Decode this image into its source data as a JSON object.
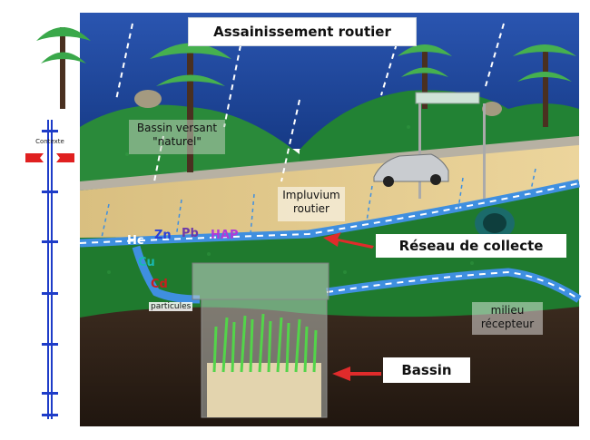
{
  "title": "Assainissement routier",
  "labels": {
    "bassin_versant_1": "Bassin versant",
    "bassin_versant_2": "\"naturel\"",
    "impluvium_1": "Impluvium",
    "impluvium_2": "routier",
    "reseau": "Réseau de collecte",
    "bassin": "Bassin",
    "milieu_1": "milieu",
    "milieu_2": "récepteur",
    "particules": "particules",
    "contexte": "Contexte"
  },
  "pollutants": [
    {
      "label": "Hc",
      "color": "#ffffff"
    },
    {
      "label": "Zn",
      "color": "#2a3fd8"
    },
    {
      "label": "Pb",
      "color": "#6d3aa8"
    },
    {
      "label": "HAP",
      "color": "#b03ad8"
    },
    {
      "label": "Cu",
      "color": "#19b8b0"
    },
    {
      "label": "Cd",
      "color": "#c81e1e"
    }
  ],
  "colors": {
    "sky": "#1a3f8a",
    "grass": "#1f7a2e",
    "road": "#e3c98a",
    "pipe": "#3f8fe0",
    "arrow": "#e02b2b",
    "soil": "#2e2018",
    "nav_line": "#1e3cc8",
    "nav_marker": "#e02020"
  },
  "icons": [
    "tree-icon",
    "car-icon",
    "sign-icon",
    "rock-icon",
    "arrow-icon"
  ]
}
